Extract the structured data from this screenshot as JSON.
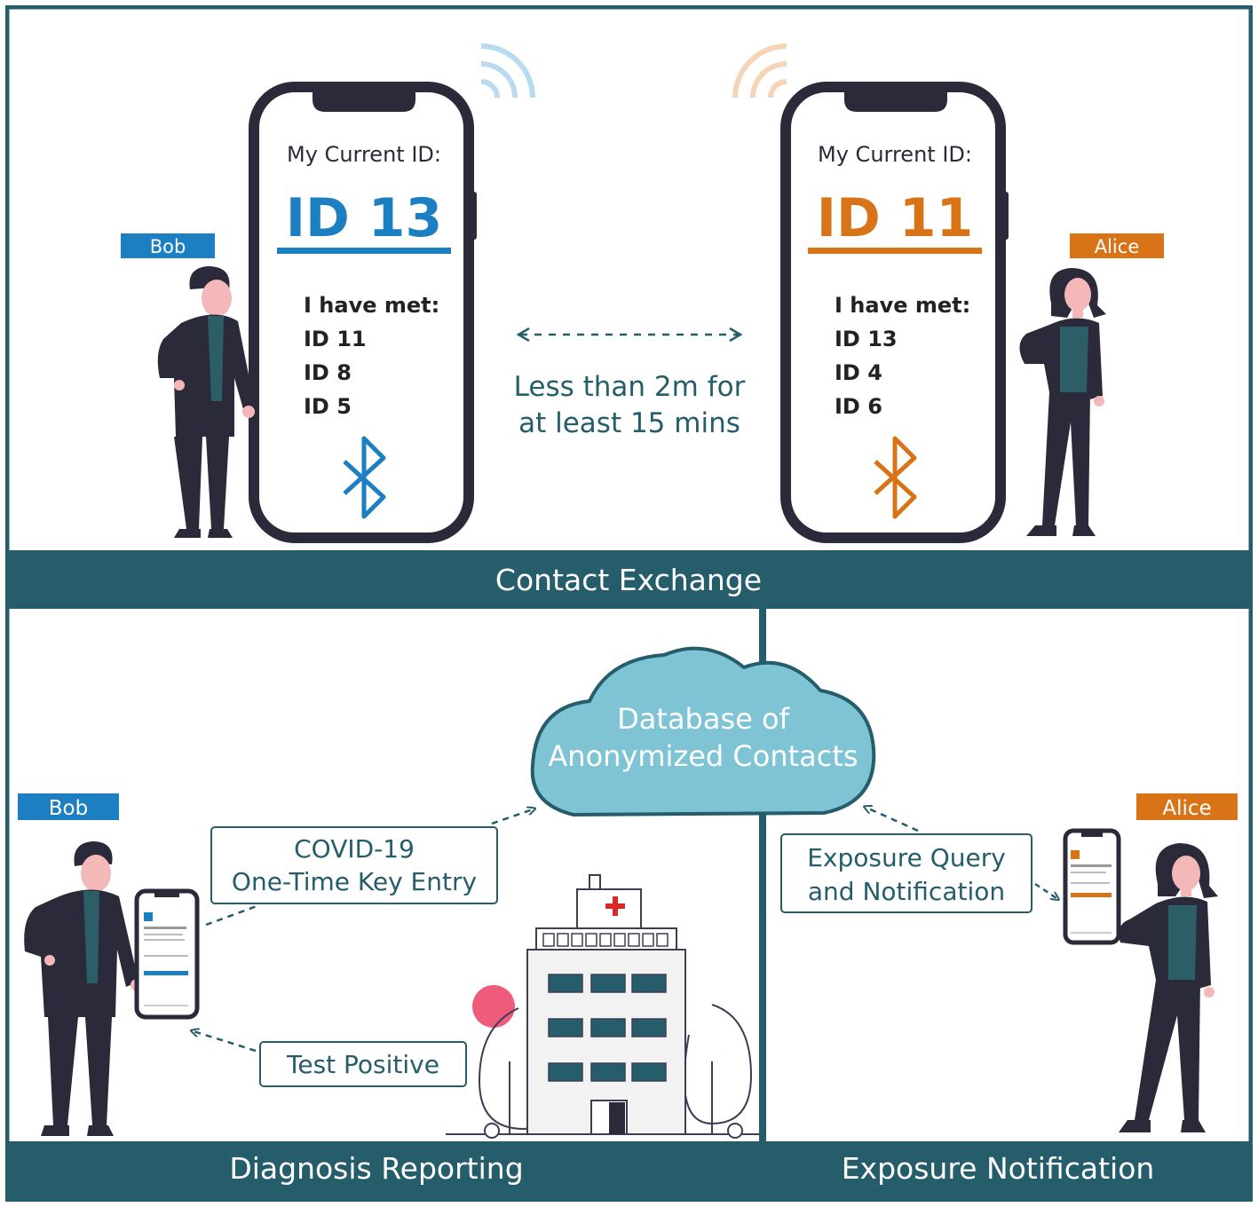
{
  "colors": {
    "teal_dark": "#255d6b",
    "bob_blue": "#1b7fc1",
    "alice_orange": "#d87417",
    "figure_dark": "#2b2a3a",
    "figure_teal": "#2c5e68",
    "skin": "#f5b8b8",
    "cloud_fill": "#7fc4d4",
    "cloud_stroke": "#255d6b",
    "hospital_red": "#d42a2a",
    "pink_tree": "#ef5b7b",
    "wifi_blue": "#b8dbef",
    "wifi_orange": "#f6d4b6"
  },
  "contact_exchange": {
    "section_label": "Contact Exchange",
    "bob": {
      "name_tag": "Bob",
      "current_id_label": "My Current ID:",
      "current_id": "ID 13",
      "met_label": "I have met:",
      "met_ids": [
        "ID 11",
        "ID 8",
        "ID 5"
      ],
      "icon": "bluetooth-icon"
    },
    "alice": {
      "name_tag": "Alice",
      "current_id_label": "My Current ID:",
      "current_id": "ID 11",
      "met_label": "I have met:",
      "met_ids": [
        "ID 13",
        "ID 4",
        "ID 6"
      ],
      "icon": "bluetooth-icon"
    },
    "distance_line1": "Less than 2m for",
    "distance_line2": "at least 15 mins"
  },
  "database": {
    "line1": "Database of",
    "line2": "Anonymized Contacts"
  },
  "diagnosis_reporting": {
    "section_label": "Diagnosis Reporting",
    "name_tag": "Bob",
    "key_entry_line1": "COVID-19",
    "key_entry_line2": "One-Time Key Entry",
    "test_positive": "Test Positive"
  },
  "exposure_notification": {
    "section_label": "Exposure Notification",
    "name_tag": "Alice",
    "query_line1": "Exposure Query",
    "query_line2": "and Notification"
  }
}
